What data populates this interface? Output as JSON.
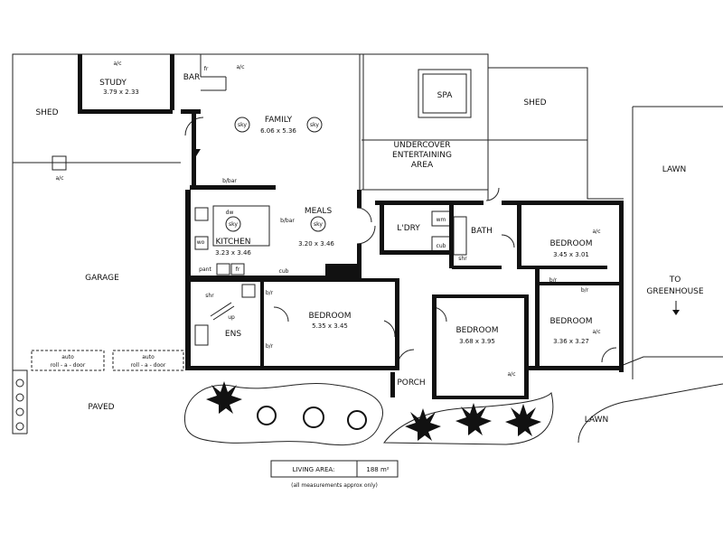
{
  "rooms": {
    "study": {
      "name": "STUDY",
      "size": "3.79 x 2.33"
    },
    "bar": {
      "name": "BAR"
    },
    "family": {
      "name": "FAMILY",
      "size": "6.06 x 5.36"
    },
    "spa": {
      "name": "SPA"
    },
    "shed_right": {
      "name": "SHED"
    },
    "shed_left": {
      "name": "SHED"
    },
    "undercover": {
      "line1": "UNDERCOVER",
      "line2": "ENTERTAINING",
      "line3": "AREA"
    },
    "lawn_top": {
      "name": "LAWN"
    },
    "meals": {
      "name": "MEALS",
      "size": "3.20 x 3.46"
    },
    "kitchen": {
      "name": "KITCHEN",
      "size": "3.23 x 3.46"
    },
    "ldry": {
      "name": "L'DRY"
    },
    "bath": {
      "name": "BATH"
    },
    "bedroom_1": {
      "name": "BEDROOM",
      "size": "3.45 x 3.01"
    },
    "garage": {
      "name": "GARAGE"
    },
    "to_greenhouse": {
      "line1": "TO",
      "line2": "GREENHOUSE"
    },
    "bedroom_main": {
      "name": "BEDROOM",
      "size": "5.35 x 3.45"
    },
    "bedroom_2": {
      "name": "BEDROOM",
      "size": "3.68 x 3.95"
    },
    "bedroom_3": {
      "name": "BEDROOM",
      "size": "3.36 x 3.27"
    },
    "ens": {
      "name": "ENS"
    },
    "porch": {
      "name": "PORCH"
    },
    "paved": {
      "name": "PAVED"
    },
    "lawn_bottom": {
      "name": "LAWN"
    }
  },
  "fixtures": {
    "ac": "a/c",
    "fr": "fr",
    "sky": "sky",
    "bbar": "b/bar",
    "dw": "dw",
    "wo": "wo",
    "pant": "pant",
    "cub": "cub",
    "wm": "wm",
    "shr": "shr",
    "bir": "b/r",
    "up": "up",
    "bir_top": "b/r",
    "bir_ens": "b/r",
    "bir_bed": "b/r",
    "door": "auto roll - a - door",
    "door_line1": "auto",
    "door_line2": "roll - a - door"
  },
  "footer": {
    "living_area_label": "LIVING AREA:",
    "living_area_value": "188 m²",
    "note": "(all measurements approx only)"
  }
}
